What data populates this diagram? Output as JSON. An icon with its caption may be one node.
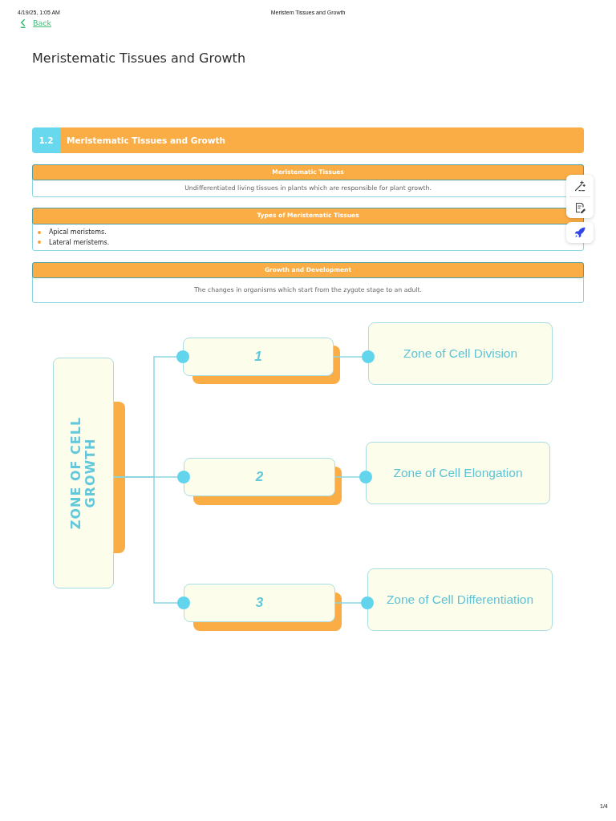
{
  "diagram": {
    "title": "Meristematic Tissues and Growth",
    "nodes": [
      {
        "text": [
          "1.2"
        ]
      },
      {
        "text": [
          "Meristematic Tissues and Growth"
        ]
      },
      {
        "text": [
          "Meristematic Tissues",
          "Undifferentiated living tissues in plants which are responsible for plant growth."
        ]
      },
      {
        "text": [
          "Types of Meristematic Tissues",
          "Apical meristems.",
          "Lateral meristems."
        ]
      },
      {
        "text": [
          "Growth and Development",
          "The changes in organisms which start from the zygote stage to an adult."
        ]
      },
      {
        "text": [
          "ZONE OF CELL GROWTH"
        ]
      },
      {
        "text": [
          "1"
        ]
      },
      {
        "text": [
          "Zone of Cell Division"
        ]
      },
      {
        "text": [
          "2"
        ]
      },
      {
        "text": [
          "Zone of Cell Elongation"
        ]
      },
      {
        "text": [
          "3"
        ]
      },
      {
        "text": [
          "Zone of Cell Differentiation"
        ]
      }
    ],
    "edges": [
      {
        "from": 5,
        "to": 6,
        "arrow": "other"
      },
      {
        "from": 5,
        "to": 8,
        "arrow": "other"
      },
      {
        "from": 5,
        "to": 10,
        "arrow": "other"
      },
      {
        "from": 6,
        "to": 7,
        "arrow": "other"
      },
      {
        "from": 8,
        "to": 9,
        "arrow": "other"
      },
      {
        "from": 10,
        "to": 11,
        "arrow": "other"
      }
    ],
    "labels": [
      "4/19/25, 1:05 AM",
      "Meristem Tissues and Growth",
      "Back",
      "1/4"
    ]
  }
}
